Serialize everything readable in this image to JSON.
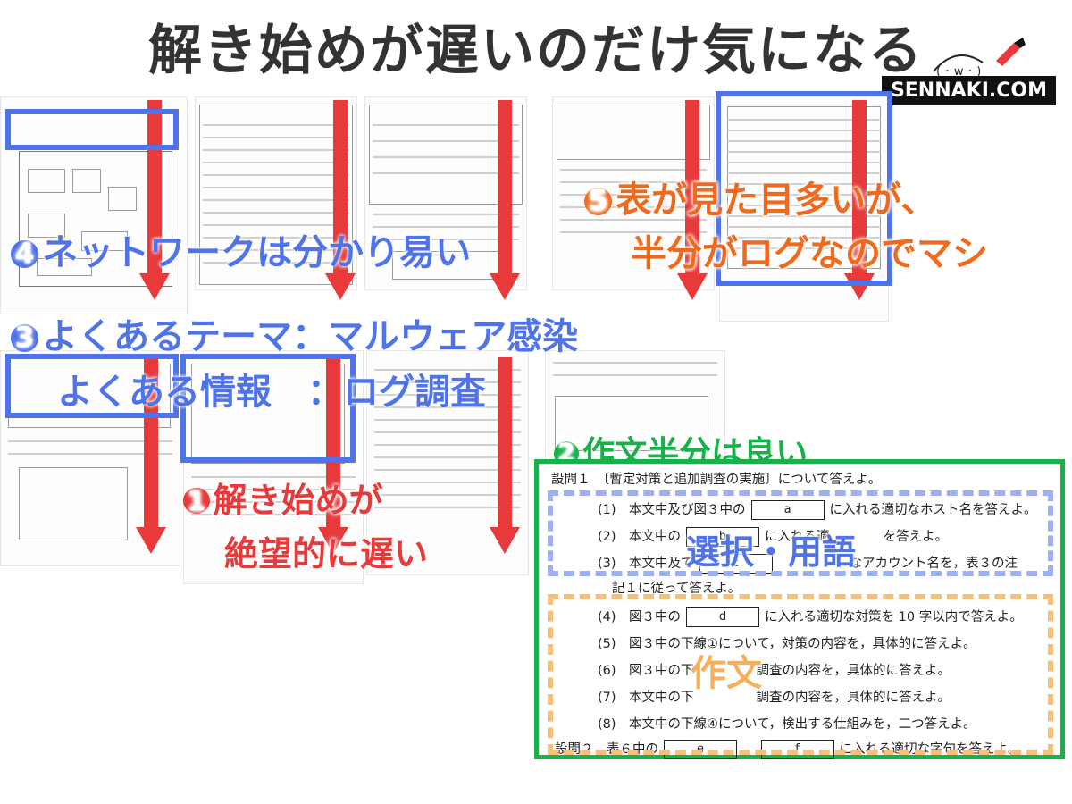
{
  "title": "解き始めが遅いのだけ気になる",
  "brand": "SENNAKI.COM",
  "mascot_face": "( ･ w ･ )",
  "colors": {
    "red": "#e83a3a",
    "blue": "#4f73e8",
    "orange": "#f06a1e",
    "green": "#18b24b",
    "light_blue": "#9fb0f2",
    "light_orange": "#f7c07a"
  },
  "annotations": {
    "a1": {
      "num": "1",
      "line1": "解き始めが",
      "line2": "絶望的に遅い"
    },
    "a2": {
      "num": "2",
      "text": "作文半分は良い"
    },
    "a3": {
      "num": "3",
      "line1": "よくあるテーマ：マルウェア感染",
      "line2": "よくある情報　：ログ調査"
    },
    "a4": {
      "num": "4",
      "text": "ネットワークは分かり易い"
    },
    "a5": {
      "num": "5",
      "line1": "表が見た目多いが、",
      "line2": "半分がログなのでマシ"
    },
    "sel": "選択・用語",
    "essay": "作文"
  },
  "questions": {
    "header": "設問１　〔暫定対策と追加調査の実施〕について答えよ。",
    "q1": {
      "pre": "(1)　本文中及び図３中の",
      "box": "a",
      "post": "に入れる適切なホスト名を答えよ。"
    },
    "q2": {
      "pre": "(2)　本文中の",
      "box": "b",
      "post": "に入れる適",
      "tail": "を答えよ。"
    },
    "q3": {
      "pre": "(3)　本文中及で",
      "box": "c",
      "post": "なアカウント名を，表３の注"
    },
    "q3b": "記１に従って答えよ。",
    "q4": {
      "pre": "(4)　図３中の",
      "box": "d",
      "post": "に入れる適切な対策を 10 字以内で答えよ。"
    },
    "q5": "(5)　図３中の下線①について，対策の内容を，具体的に答えよ。",
    "q6": {
      "pre": "(6)　図３中の下",
      "post": "調査の内容を，具体的に答えよ。"
    },
    "q7": {
      "pre": "(7)　本文中の下",
      "post": "調査の内容を，具体的に答えよ。"
    },
    "q8": "(8)　本文中の下線④について，検出する仕組みを，二つ答えよ。",
    "q9": {
      "pre": "設問２　表６中の",
      "box_e": "e",
      "sep": "，",
      "box_f": "f",
      "post": "に入れる適切な字句を答えよ。"
    }
  }
}
